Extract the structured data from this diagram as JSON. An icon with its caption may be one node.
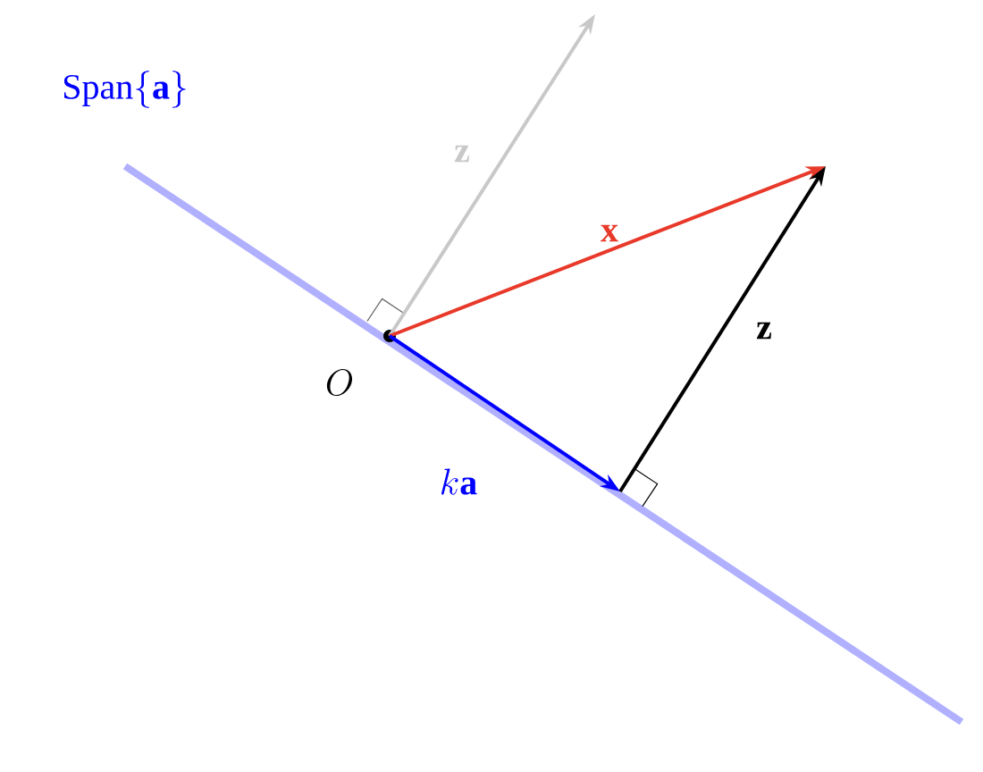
{
  "diagram": {
    "nodes": [
      {
        "text": [],
        "shape": "circle",
        "beside": [
          "O"
        ]
      },
      {
        "text": [],
        "shape": "corner"
      }
    ],
    "edges": [
      {
        "from": 0,
        "to": null,
        "arrow": "to",
        "label": "\\mathbf{z}",
        "color": "#c8c8c8"
      },
      {
        "from": 0,
        "to": null,
        "arrow": "to",
        "label": "\\mathbf{x}",
        "color": "#e8392a"
      },
      {
        "from": 0,
        "to": 1,
        "arrow": "to",
        "label": "k\\mathbf{a}",
        "color": "#0000ff"
      },
      {
        "from": 1,
        "to": null,
        "arrow": "to",
        "label": "\\mathbf{z}",
        "color": "#000000"
      }
    ],
    "labels": [
      "\\mathrm{Span}\\{\\mathbf{a}\\}"
    ]
  }
}
